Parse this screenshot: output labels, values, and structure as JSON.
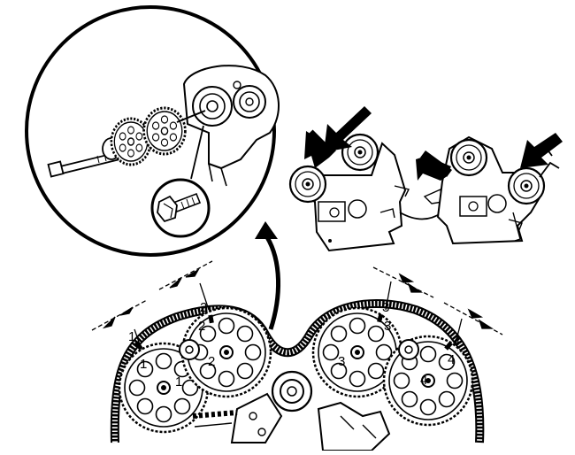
{
  "diagram": {
    "callout_numbers": [
      "1",
      "2",
      "3",
      "4"
    ],
    "sprocket_numbers": [
      "1",
      "2",
      "3",
      "4"
    ],
    "belt_numbers": [
      "1",
      "2",
      "3",
      "4"
    ]
  },
  "colors": {
    "ink": "#000000",
    "paper": "#ffffff"
  }
}
